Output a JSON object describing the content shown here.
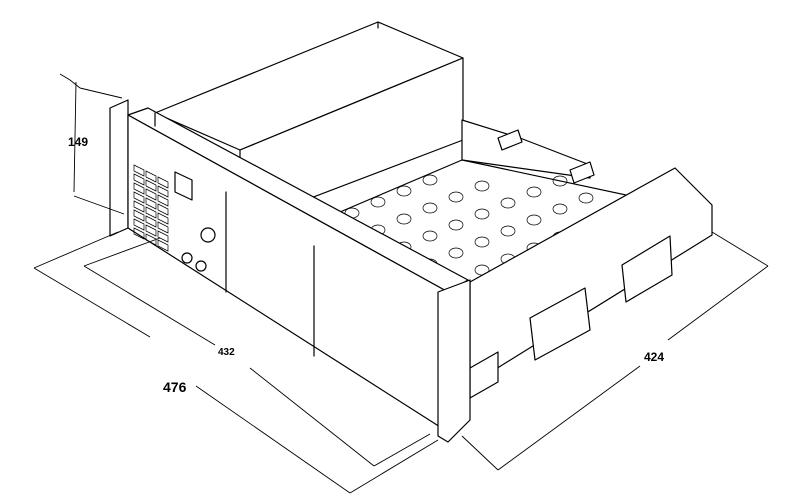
{
  "figure": {
    "line_color": "#000000",
    "background": "#ffffff"
  },
  "dimensions": {
    "height": "149",
    "rack_width": "476",
    "body_width": "432",
    "depth": "424"
  }
}
